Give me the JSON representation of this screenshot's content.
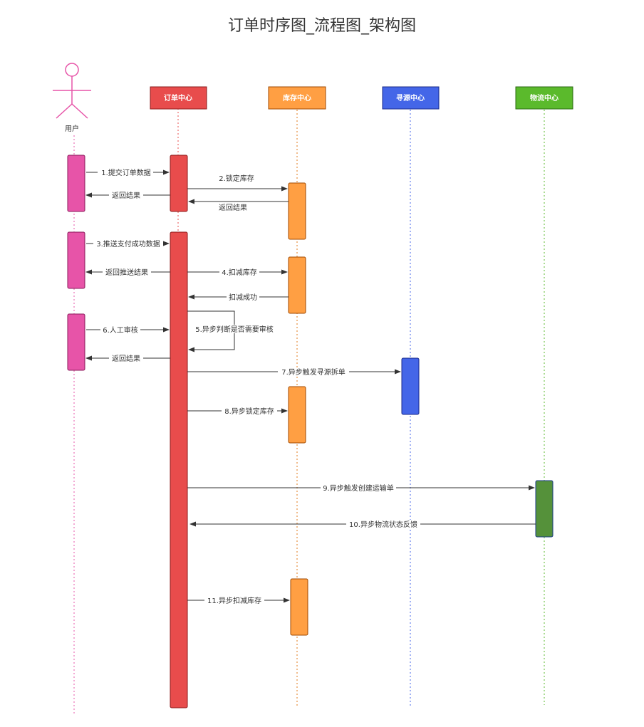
{
  "title": "订单时序图_流程图_架构图",
  "actor": {
    "label": "用户",
    "color": "#e754a8"
  },
  "participants": [
    {
      "id": "order",
      "label": "订单中心",
      "color": "#e84c4c",
      "border": "#8b1a1a"
    },
    {
      "id": "stock",
      "label": "库存中心",
      "color": "#ff9f43",
      "border": "#a04a00"
    },
    {
      "id": "source",
      "label": "寻源中心",
      "color": "#4466e8",
      "border": "#1a2a8a"
    },
    {
      "id": "logistics",
      "label": "物流中心",
      "color": "#5bba2c",
      "border": "#2a6a10"
    }
  ],
  "messages": [
    {
      "text": "1.提交订单数据"
    },
    {
      "text": "2.锁定库存"
    },
    {
      "text": "返回结果"
    },
    {
      "text": "返回结果"
    },
    {
      "text": "3.推送支付成功数据"
    },
    {
      "text": "返回推送结果"
    },
    {
      "text": "4.扣减库存"
    },
    {
      "text": "扣减成功"
    },
    {
      "text": "5.异步判断是否需要审核"
    },
    {
      "text": "6.人工审核"
    },
    {
      "text": "返回结果"
    },
    {
      "text": "7.异步触发寻源拆单"
    },
    {
      "text": "8.异步锁定库存"
    },
    {
      "text": "9.异步触发创建运输单"
    },
    {
      "text": "10.异步物流状态反馈"
    },
    {
      "text": "11.异步扣减库存"
    }
  ],
  "colors": {
    "user_activation": "#e754a8",
    "order_activation": "#e84c4c",
    "stock_activation": "#ff9f43",
    "source_activation": "#4466e8",
    "logistics_activation": "#55913a"
  }
}
